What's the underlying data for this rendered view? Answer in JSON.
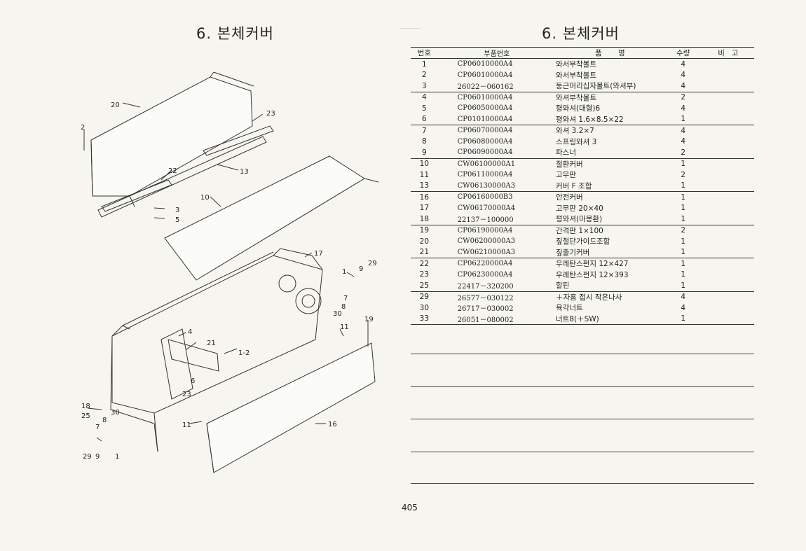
{
  "page": {
    "left_title": "6. 본체커버",
    "right_title": "6. 본체커버",
    "page_number": "405"
  },
  "table": {
    "headers": {
      "no": "번호",
      "part_number": "부품번호",
      "name": "품       명",
      "qty": "수량",
      "note": "비   고"
    },
    "rows": [
      {
        "no": "1",
        "part_number": "CP06010000A4",
        "name": "와서부착볼트",
        "qty": "4"
      },
      {
        "no": "2",
        "part_number": "CP06010000A4",
        "name": "와서부착볼트",
        "qty": "4"
      },
      {
        "no": "3",
        "part_number": "26022－060162",
        "name": "둥근머리십자볼트(와셔부)",
        "qty": "4"
      },
      {
        "no": "4",
        "part_number": "CP06010000A4",
        "name": "와셔부착볼트",
        "qty": "2"
      },
      {
        "no": "5",
        "part_number": "CP06050000A4",
        "name": "평와셔(대형)6",
        "qty": "4"
      },
      {
        "no": "6",
        "part_number": "CP01010000A4",
        "name": "평와셔 1.6×8.5×22",
        "qty": "1"
      },
      {
        "no": "7",
        "part_number": "CP06070000A4",
        "name": "와셔 3.2×7",
        "qty": "4"
      },
      {
        "no": "8",
        "part_number": "CP06080000A4",
        "name": "스프링와셔 3",
        "qty": "4"
      },
      {
        "no": "9",
        "part_number": "CP06090000A4",
        "name": "파스너",
        "qty": "2"
      },
      {
        "no": "10",
        "part_number": "CW06100000A1",
        "name": "절환커버",
        "qty": "1"
      },
      {
        "no": "11",
        "part_number": "CP06110000A4",
        "name": "고무판",
        "qty": "2"
      },
      {
        "no": "13",
        "part_number": "CW06130000A3",
        "name": "커버 F 조합",
        "qty": "1"
      },
      {
        "no": "16",
        "part_number": "CP06160000B3",
        "name": "안전커버",
        "qty": "1"
      },
      {
        "no": "17",
        "part_number": "CW06170000A4",
        "name": "고무판 20×40",
        "qty": "1"
      },
      {
        "no": "18",
        "part_number": "22137－100000",
        "name": "평와셔(마몽환)",
        "qty": "1"
      },
      {
        "no": "19",
        "part_number": "CP06190000A4",
        "name": "간격판 1×100",
        "qty": "2"
      },
      {
        "no": "20",
        "part_number": "CW06200000A3",
        "name": "짚절단가이드조합",
        "qty": "1"
      },
      {
        "no": "21",
        "part_number": "CW06210000A3",
        "name": "짚줄기커버",
        "qty": "1"
      },
      {
        "no": "22",
        "part_number": "CP06220000A4",
        "name": "우레탄스펀지 12×427",
        "qty": "1"
      },
      {
        "no": "23",
        "part_number": "CP06230000A4",
        "name": "우레탄스펀지 12×393",
        "qty": "1"
      },
      {
        "no": "25",
        "part_number": "22417－320200",
        "name": "할핀",
        "qty": "1"
      },
      {
        "no": "29",
        "part_number": "26577－030122",
        "name": "＋자홈 접시 작은나사",
        "qty": "4"
      },
      {
        "no": "30",
        "part_number": "26717－030002",
        "name": "육각너트",
        "qty": "4"
      },
      {
        "no": "33",
        "part_number": "26051－080002",
        "name": "너트8(＋SW)",
        "qty": "1"
      }
    ]
  },
  "diagram": {
    "callouts": [
      "20",
      "23",
      "2",
      "22",
      "13",
      "10",
      "3",
      "5",
      "17",
      "1",
      "9",
      "29",
      "7",
      "8",
      "30",
      "11",
      "19",
      "4",
      "21",
      "1-2",
      "6",
      "23",
      "18",
      "25",
      "30",
      "8",
      "7",
      "29",
      "9",
      "1",
      "11",
      "16"
    ]
  }
}
